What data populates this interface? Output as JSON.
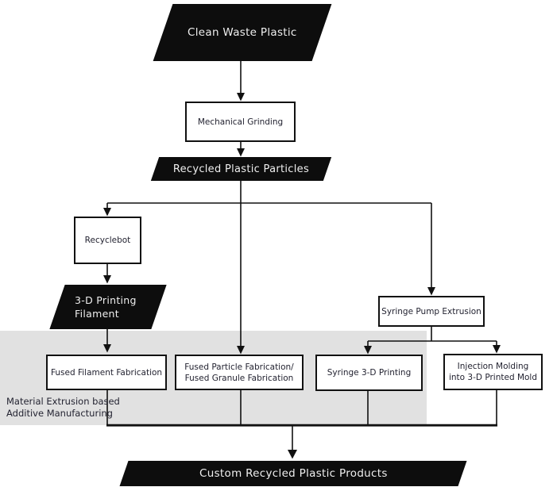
{
  "diagram": {
    "nodes": {
      "clean_waste_plastic": {
        "label": "Clean Waste Plastic"
      },
      "mechanical_grinding": {
        "label": "Mechanical Grinding"
      },
      "recycled_plastic_particles": {
        "label": "Recycled Plastic Particles"
      },
      "recyclebot": {
        "label": "Recyclebot"
      },
      "printing_filament": {
        "label": "3-D Printing\nFilament"
      },
      "syringe_pump_extrusion": {
        "label": "Syringe Pump Extrusion"
      },
      "fused_filament_fabrication": {
        "label": "Fused Filament Fabrication"
      },
      "fused_particle_fabrication": {
        "label": "Fused Particle Fabrication/\nFused Granule Fabrication"
      },
      "syringe_3d_printing": {
        "label": "Syringe 3-D Printing"
      },
      "injection_molding": {
        "label": "Injection Molding\ninto 3-D Printed Mold"
      },
      "custom_products": {
        "label": "Custom Recycled Plastic Products"
      }
    },
    "region": {
      "label": "Material Extrusion based\nAdditive Manufacturing"
    },
    "colors": {
      "dark_node_fill": "#0d0d0d",
      "dark_node_text": "#efefef",
      "box_fill": "#ffffff",
      "box_border": "#111111",
      "box_text": "#232331",
      "region_fill": "#e1e1e1",
      "connector": "#111111",
      "background": "#ffffff"
    }
  }
}
